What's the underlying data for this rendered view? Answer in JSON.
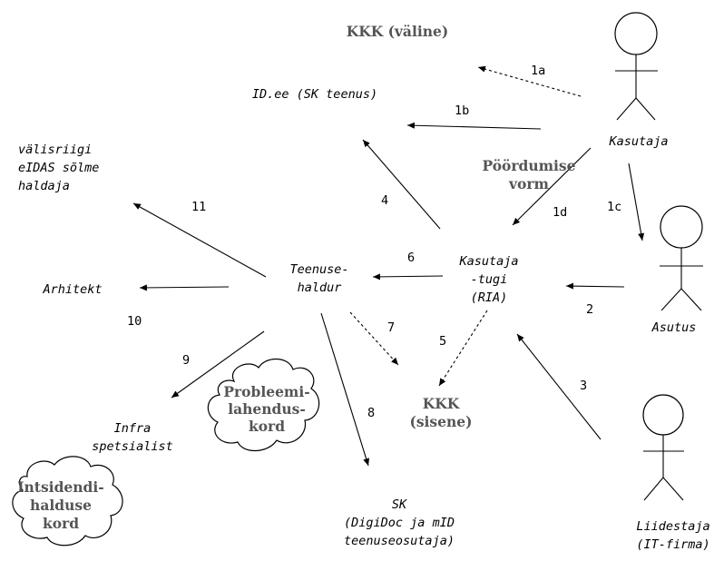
{
  "nodes": {
    "kkk_external": "KKK (väline)",
    "id_ee": "ID.ee (SK teenus)",
    "eidas": [
      "välisriigi",
      "eIDAS sõlme",
      "haldaja"
    ],
    "kasutaja": "Kasutaja",
    "poordumise_vorm": [
      "Pöördumise",
      "vorm"
    ],
    "kasutajatugi": [
      "Kasutaja",
      "-tugi",
      "(RIA)"
    ],
    "teenusehaldur": [
      "Teenuse-",
      "haldur"
    ],
    "arhitekt": "Arhitekt",
    "asutus": "Asutus",
    "infra": [
      "Infra",
      "spetsialist"
    ],
    "kkk_internal": [
      "KKK",
      "(sisene)"
    ],
    "probleemi_kord": [
      "Probleemi-",
      "lahendus-",
      "kord"
    ],
    "intsidendi_kord": [
      "Intsidendi-",
      "halduse",
      "kord"
    ],
    "sk": [
      "SK",
      "(DigiDoc ja mID",
      "teenuseosutaja)"
    ],
    "liidestaja": [
      "Liidestaja",
      "(IT-firma)"
    ]
  },
  "edge_labels": {
    "e1a": "1a",
    "e1b": "1b",
    "e1c": "1c",
    "e1d": "1d",
    "e2": "2",
    "e3": "3",
    "e4": "4",
    "e5": "5",
    "e6": "6",
    "e7": "7",
    "e8": "8",
    "e9": "9",
    "e10": "10",
    "e11": "11"
  }
}
